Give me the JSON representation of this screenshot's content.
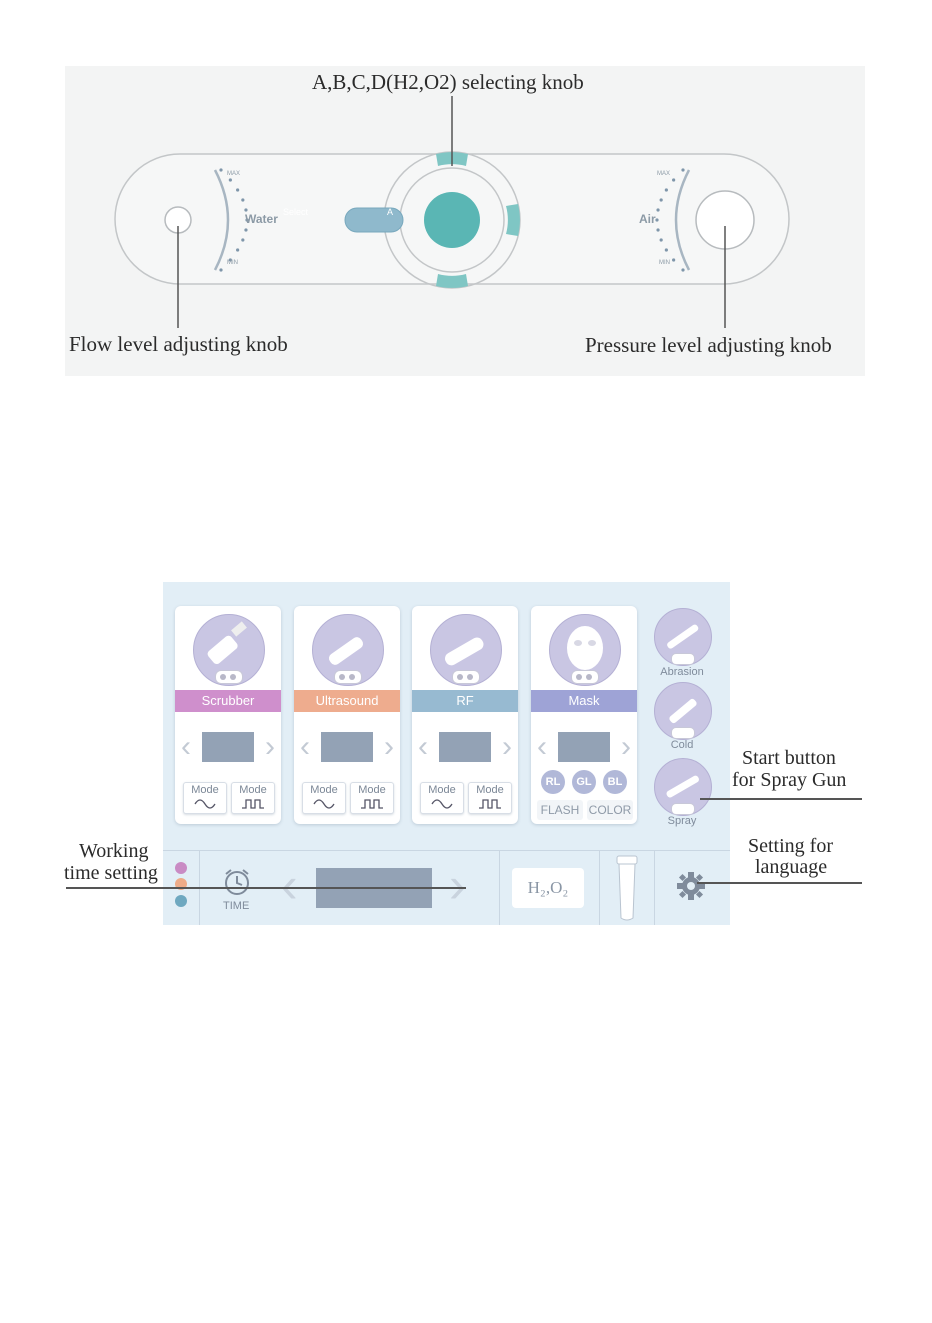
{
  "panel": {
    "callouts": {
      "selector": "A,B,C,D(H2,O2) selecting knob",
      "flow": "Flow level adjusting knob",
      "pressure": "Pressure level adjusting knob"
    },
    "water_label": "Water",
    "air_label": "Air",
    "max_label": "MAX",
    "min_label": "MIN",
    "select_label": "Select",
    "select_letter": "A",
    "knob_color": "#5ab6b4"
  },
  "screen": {
    "cards": [
      {
        "label": "Scrubber",
        "color": "#cf8fcc"
      },
      {
        "label": "Ultrasound",
        "color": "#eeac8e"
      },
      {
        "label": "RF",
        "color": "#97bad1"
      },
      {
        "label": "Mask",
        "color": "#9ea3d6"
      }
    ],
    "mode_label": "Mode",
    "mask_dots": [
      "RL",
      "GL",
      "BL"
    ],
    "flash_label": "FLASH",
    "color_label": "COLOR",
    "side_buttons": [
      "Abrasion",
      "Cold",
      "Spray"
    ],
    "time_label": "TIME",
    "gas_label": "H₂,O₂",
    "dot_colors": [
      "#c98bc4",
      "#eeab88",
      "#6fa8c0"
    ]
  },
  "screen_callouts": {
    "spray_line1": "Start button",
    "spray_line2": "for Spray Gun",
    "language_line1": "Setting for",
    "language_line2": "language",
    "time_line1": "Working",
    "time_line2": "time setting"
  }
}
